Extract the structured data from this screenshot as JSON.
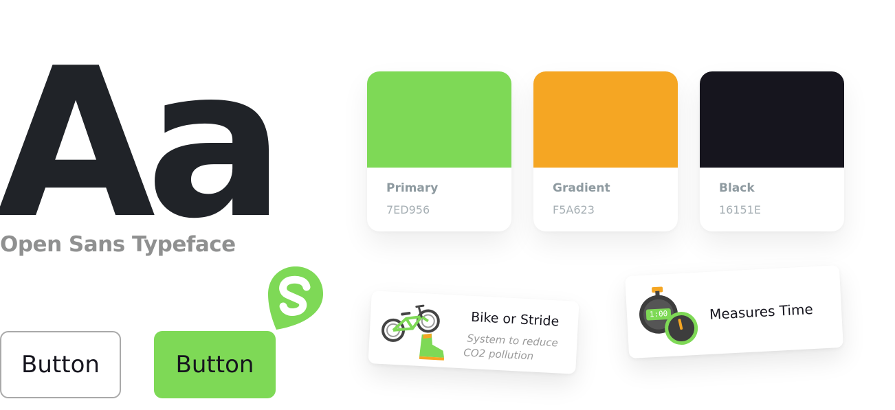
{
  "typography": {
    "sample": "Aa",
    "typeface_name": "Open Sans Typeface"
  },
  "buttons": {
    "outline_label": "Button",
    "filled_label": "Button"
  },
  "palette": [
    {
      "name": "Primary",
      "hex_label": "7ED956",
      "color": "#7ED956"
    },
    {
      "name": "Gradient",
      "hex_label": "F5A623",
      "color": "#F5A623"
    },
    {
      "name": "Black",
      "hex_label": "16151E",
      "color": "#16151E"
    }
  ],
  "cards": {
    "bike": {
      "title": "Bike or Stride",
      "subtitle_line1": "System to reduce",
      "subtitle_line2": "CO2 pollution",
      "icon": "bike-and-shoe-icon"
    },
    "time": {
      "title": "Measures Time",
      "stopwatch_display": "1:00",
      "icon": "stopwatch-icon"
    }
  },
  "logo": {
    "letter": "S",
    "icon": "app-logo-icon",
    "color": "#7ED956"
  }
}
